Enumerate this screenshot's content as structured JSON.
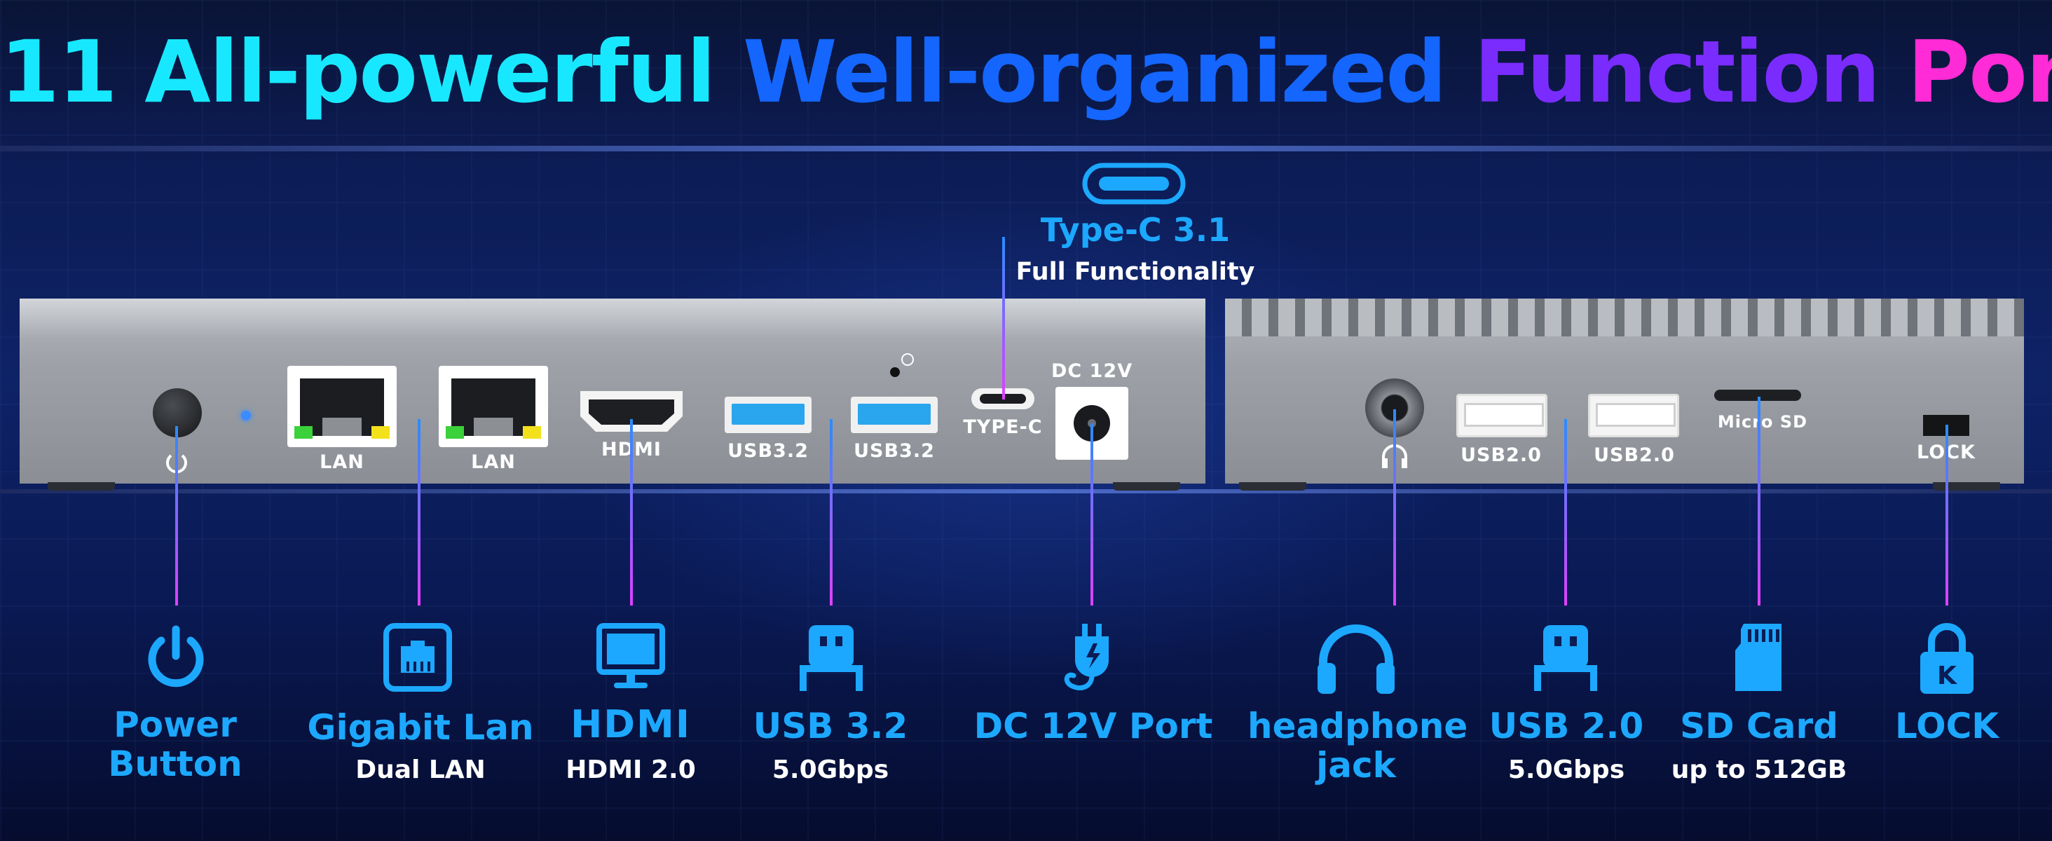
{
  "title": {
    "part1": "11 All-powerful",
    "part2": "Well-organized",
    "part3": "Function",
    "part4": "Ports"
  },
  "colors": {
    "cyan": "#18e8ff",
    "blue": "#1466ff",
    "purple": "#7a2cff",
    "magenta": "#ff2bd6",
    "feature_blue": "#1ca8ff",
    "line_gradient_top": "#2a8cff",
    "line_gradient_bottom": "#e040ff"
  },
  "device_labels": {
    "lan1": "LAN",
    "lan2": "LAN",
    "hdmi": "HDMI",
    "usb32_1": "USB3.2",
    "usb32_2": "USB3.2",
    "typec": "TYPE-C",
    "dc": "DC 12V",
    "usb20_1": "USB2.0",
    "usb20_2": "USB2.0",
    "microsd": "Micro SD",
    "lock": "LOCK"
  },
  "typec_callout": {
    "title": "Type-C 3.1",
    "subtitle": "Full Functionality",
    "icon": "type-c-port-icon"
  },
  "features": [
    {
      "id": "power",
      "icon": "power-icon",
      "title": "Power\nButton",
      "subtitle": ""
    },
    {
      "id": "lan",
      "icon": "ethernet-icon",
      "title": "Gigabit Lan",
      "subtitle": "Dual LAN"
    },
    {
      "id": "hdmi",
      "icon": "monitor-icon",
      "title": "HDMI",
      "subtitle": "HDMI 2.0"
    },
    {
      "id": "usb32",
      "icon": "usb-icon",
      "title": "USB 3.2",
      "subtitle": "5.0Gbps"
    },
    {
      "id": "dc",
      "icon": "power-plug-icon",
      "title": "DC 12V Port",
      "subtitle": ""
    },
    {
      "id": "headphone",
      "icon": "headphones-icon",
      "title": "headphone\njack",
      "subtitle": ""
    },
    {
      "id": "usb20",
      "icon": "usb-icon",
      "title": "USB 2.0",
      "subtitle": "5.0Gbps"
    },
    {
      "id": "sd",
      "icon": "sd-card-icon",
      "title": "SD Card",
      "subtitle": "up to 512GB"
    },
    {
      "id": "lock",
      "icon": "lock-icon",
      "title": "LOCK",
      "subtitle": ""
    }
  ],
  "lock_icon_letter": "K"
}
